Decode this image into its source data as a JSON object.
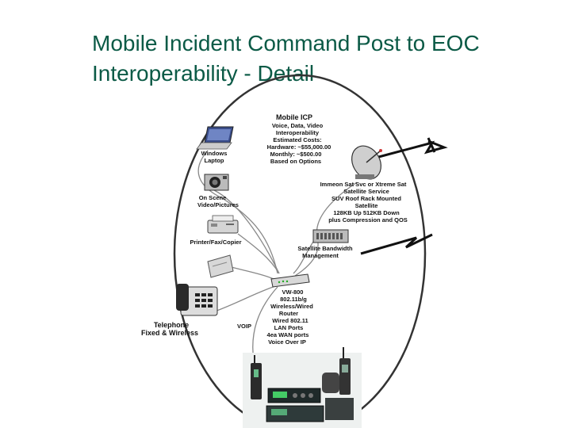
{
  "title": {
    "line1": "Mobile Incident Command Post to EOC",
    "line2": "Interoperability - Detail"
  },
  "colors": {
    "title": "#0b5a46",
    "ellipse": "#222222",
    "lightning": "#111111"
  },
  "diagram": {
    "icp_box": {
      "heading": "Mobile ICP",
      "lines": [
        "Voice, Data, Video",
        "Interoperability",
        "Estimated Costs:",
        "Hardware: ~$55,000.00",
        "Monthly: ~$500.00",
        "Based on Options"
      ]
    },
    "laptop": {
      "icon": "laptop-icon",
      "lines": [
        "Windows",
        "Laptop"
      ]
    },
    "camera": {
      "icon": "camera-icon",
      "lines": [
        "On Scene",
        "Video/Pictures"
      ]
    },
    "printer": {
      "icon": "printer-icon",
      "lines": [
        "Printer/Fax/Copier"
      ]
    },
    "phone": {
      "icon": "telephone-icon",
      "lines": [
        "Telephone",
        "Fixed & Wireless"
      ]
    },
    "satellite": {
      "icon": "satellite-dish-icon",
      "lines": [
        "Immeon Sat Svc or Xtreme Sat",
        "Satellite Service",
        "SUV Roof Rack Mounted",
        "Satellite",
        "128KB Up 512KB Down",
        "plus Compression and QOS"
      ]
    },
    "bandwidth": {
      "icon": "rack-unit-icon",
      "lines": [
        "Satellite Bandwidth",
        "Management"
      ]
    },
    "router": {
      "icon": "router-icon",
      "lines": [
        "VW-800",
        "802.11b/g",
        "Wireless/Wired",
        "Router",
        "Wired 802.11",
        "LAN Ports",
        "4ea WAN ports",
        "Voice Over IP"
      ]
    },
    "voip_label": "VOIP",
    "radios": {
      "icon": "radio-equipment-icon"
    }
  }
}
